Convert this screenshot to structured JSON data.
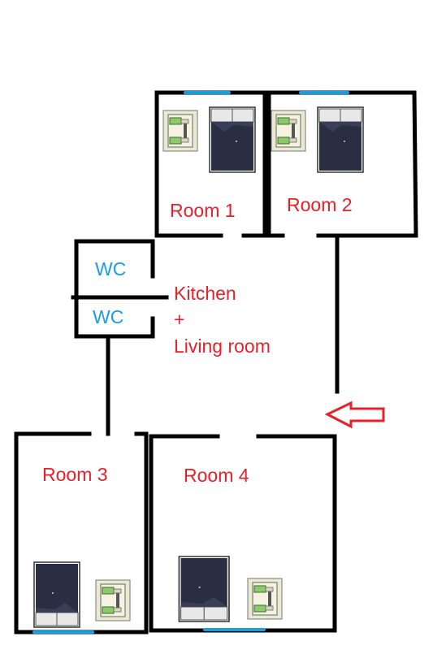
{
  "rooms": {
    "room1": "Room 1",
    "room2": "Room 2",
    "room3": "Room 3",
    "room4": "Room 4"
  },
  "wc": {
    "upper": "WC",
    "lower": "WC"
  },
  "living": {
    "line1": "Kitchen",
    "line2": "+",
    "line3": "Living room"
  },
  "colors": {
    "wall": "#000000",
    "window": "#1a9ee0",
    "room_label": "#e8202a",
    "wc_label": "#1a9ee0",
    "entrance_arrow": "#e8202a"
  },
  "icons": {
    "bed": "bed-icon",
    "armchair": "armchair-icon",
    "entrance": "entrance-arrow-icon"
  }
}
